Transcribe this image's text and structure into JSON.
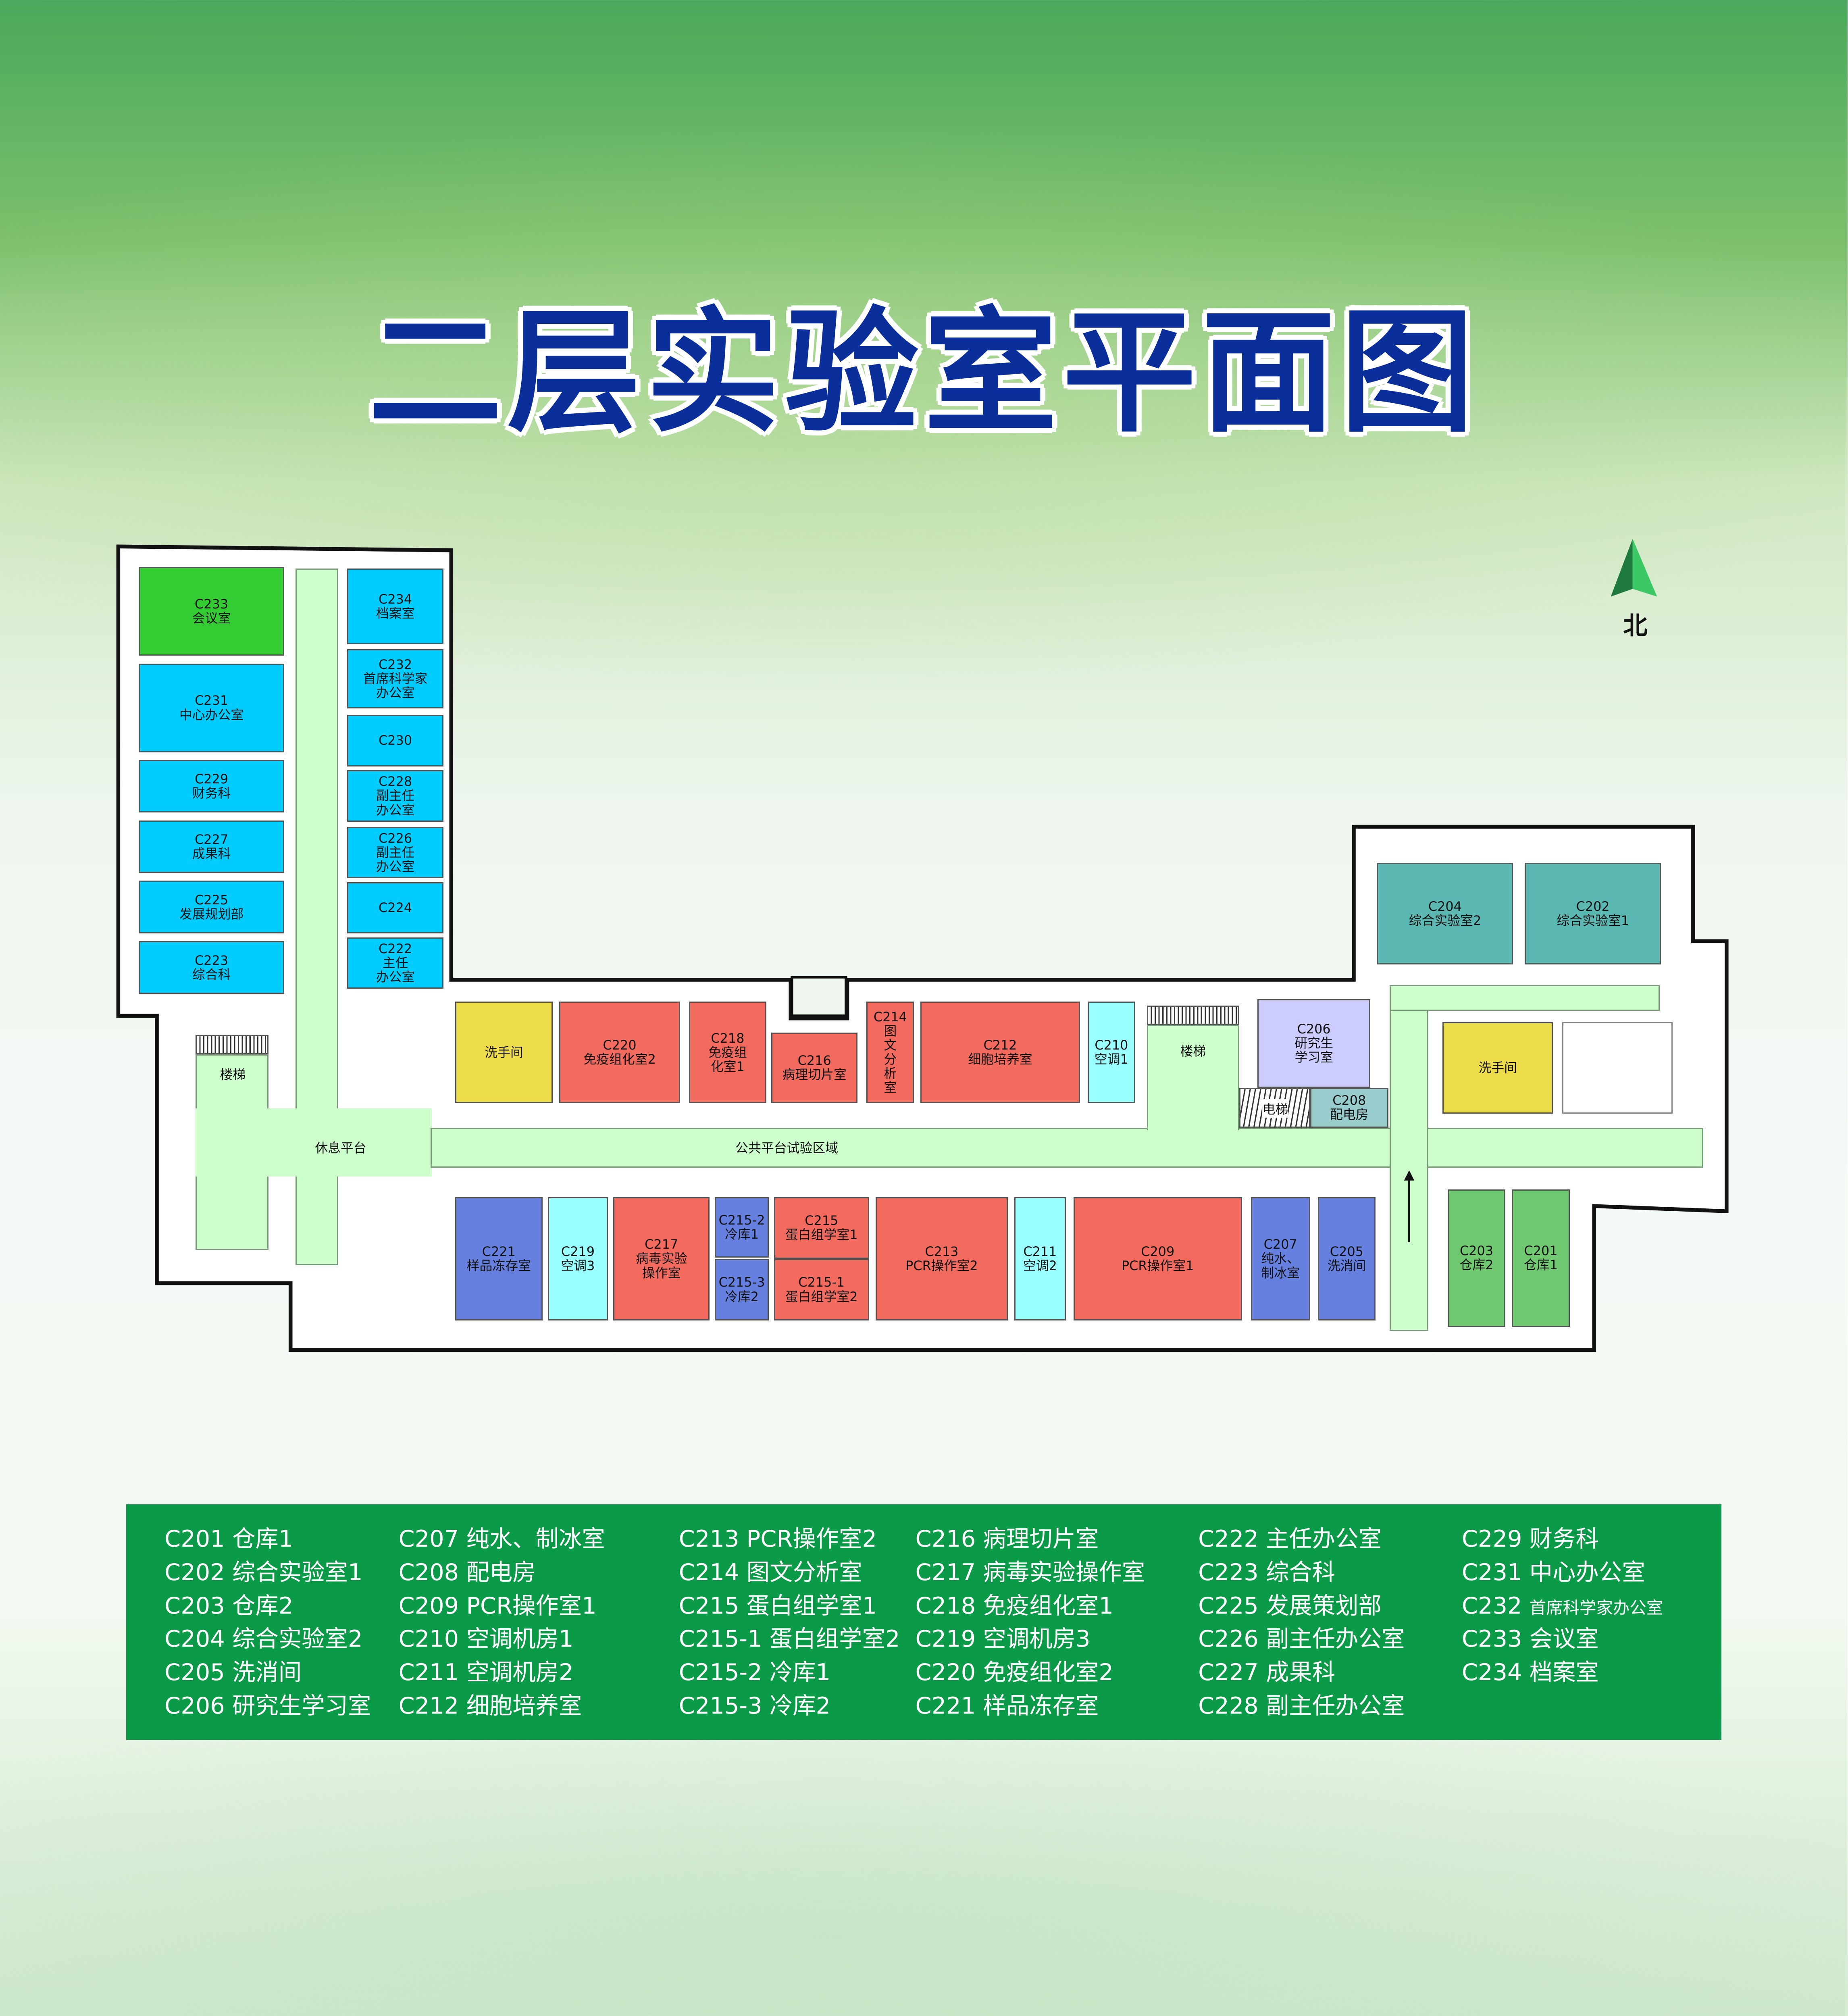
{
  "title": "二层实验室平面图",
  "north_label": "北",
  "labels": {
    "stairs_left": "楼梯",
    "rest_platform": "休息平台",
    "public_area": "公共平台试验区域",
    "stairs_mid": "楼梯",
    "elevator": "电梯"
  },
  "rooms": {
    "C233": {
      "code": "C233",
      "name": "会议室"
    },
    "C231": {
      "code": "C231",
      "name": "中心办公室"
    },
    "C229": {
      "code": "C229",
      "name": "财务科"
    },
    "C227": {
      "code": "C227",
      "name": "成果科"
    },
    "C225": {
      "code": "C225",
      "name": "发展规划部"
    },
    "C223": {
      "code": "C223",
      "name": "综合科"
    },
    "C234": {
      "code": "C234",
      "name": "档案室"
    },
    "C232": {
      "code": "C232",
      "name": "首席科学家\n办公室"
    },
    "C230": {
      "code": "C230",
      "name": ""
    },
    "C228": {
      "code": "C228",
      "name": "副主任\n办公室"
    },
    "C226": {
      "code": "C226",
      "name": "副主任\n办公室"
    },
    "C224": {
      "code": "C224",
      "name": ""
    },
    "C222": {
      "code": "C222",
      "name": "主任\n办公室"
    },
    "WC1": {
      "code": "",
      "name": "洗手间"
    },
    "C220": {
      "code": "C220",
      "name": "免疫组化室2"
    },
    "C218": {
      "code": "C218",
      "name": "免疫组\n化室1"
    },
    "C216": {
      "code": "C216",
      "name": "病理切片室"
    },
    "C214": {
      "code": "C214",
      "name": "图\n文\n分\n析\n室"
    },
    "C212": {
      "code": "C212",
      "name": "细胞培养室"
    },
    "C210": {
      "code": "C210",
      "name": "空调1"
    },
    "C206": {
      "code": "C206",
      "name": "研究生\n学习室"
    },
    "C208": {
      "code": "C208",
      "name": "配电房"
    },
    "C204": {
      "code": "C204",
      "name": "综合实验室2"
    },
    "C202": {
      "code": "C202",
      "name": "综合实验室1"
    },
    "WC2": {
      "code": "",
      "name": "洗手间"
    },
    "C221": {
      "code": "C221",
      "name": "样品冻存室"
    },
    "C219": {
      "code": "C219",
      "name": "空调3"
    },
    "C217": {
      "code": "C217",
      "name": "病毒实验\n操作室"
    },
    "C215-2": {
      "code": "C215-2",
      "name": "冷库1"
    },
    "C215-3": {
      "code": "C215-3",
      "name": "冷库2"
    },
    "C215": {
      "code": "C215",
      "name": "蛋白组学室1"
    },
    "C215-1": {
      "code": "C215-1",
      "name": "蛋白组学室2"
    },
    "C213": {
      "code": "C213",
      "name": "PCR操作室2"
    },
    "C211": {
      "code": "C211",
      "name": "空调2"
    },
    "C209": {
      "code": "C209",
      "name": "PCR操作室1"
    },
    "C207": {
      "code": "C207",
      "name": "纯水、\n制冰室"
    },
    "C205": {
      "code": "C205",
      "name": "洗消间"
    },
    "C203": {
      "code": "C203",
      "name": "仓库2"
    },
    "C201": {
      "code": "C201",
      "name": "仓库1"
    }
  },
  "legend": [
    [
      {
        "code": "C201",
        "name": "仓库1"
      },
      {
        "code": "C202",
        "name": "综合实验室1"
      },
      {
        "code": "C203",
        "name": "仓库2"
      },
      {
        "code": "C204",
        "name": "综合实验室2"
      },
      {
        "code": "C205",
        "name": "洗消间"
      },
      {
        "code": "C206",
        "name": "研究生学习室"
      }
    ],
    [
      {
        "code": "C207",
        "name": "纯水、制冰室"
      },
      {
        "code": "C208",
        "name": "配电房"
      },
      {
        "code": "C209",
        "name": "PCR操作室1"
      },
      {
        "code": "C210",
        "name": "空调机房1"
      },
      {
        "code": "C211",
        "name": "空调机房2"
      },
      {
        "code": "C212",
        "name": "细胞培养室"
      }
    ],
    [
      {
        "code": "C213",
        "name": "PCR操作室2"
      },
      {
        "code": "C214",
        "name": "图文分析室"
      },
      {
        "code": "C215",
        "name": "蛋白组学室1"
      },
      {
        "code": "C215-1",
        "name": "蛋白组学室2"
      },
      {
        "code": "C215-2",
        "name": "冷库1"
      },
      {
        "code": "C215-3",
        "name": "冷库2"
      }
    ],
    [
      {
        "code": "C216",
        "name": "病理切片室"
      },
      {
        "code": "C217",
        "name": "病毒实验操作室"
      },
      {
        "code": "C218",
        "name": "免疫组化室1"
      },
      {
        "code": "C219",
        "name": "空调机房3"
      },
      {
        "code": "C220",
        "name": "免疫组化室2"
      },
      {
        "code": "C221",
        "name": "样品冻存室"
      }
    ],
    [
      {
        "code": "C222",
        "name": "主任办公室"
      },
      {
        "code": "C223",
        "name": "综合科"
      },
      {
        "code": "C225",
        "name": "发展策划部"
      },
      {
        "code": "C226",
        "name": "副主任办公室"
      },
      {
        "code": "C227",
        "name": "成果科"
      },
      {
        "code": "C228",
        "name": "副主任办公室"
      }
    ],
    [
      {
        "code": "C229",
        "name": "财务科"
      },
      {
        "code": "C231",
        "name": "中心办公室"
      },
      {
        "code": "C232",
        "name": "首席科学家办公室"
      },
      {
        "code": "C233",
        "name": "会议室"
      },
      {
        "code": "C234",
        "name": "档案室"
      }
    ]
  ],
  "colors": {
    "title": "#0b2f9a",
    "legend_bg": "#0b9a48",
    "office": "#00ccff",
    "meeting": "#33cc33",
    "lab": "#f26b5e",
    "cold": "#6680e0",
    "ac": "#99ffff",
    "wc": "#eedd4a",
    "storage": "#70c870",
    "teal": "#5cb8b2",
    "corridor": "#ccffcc"
  }
}
